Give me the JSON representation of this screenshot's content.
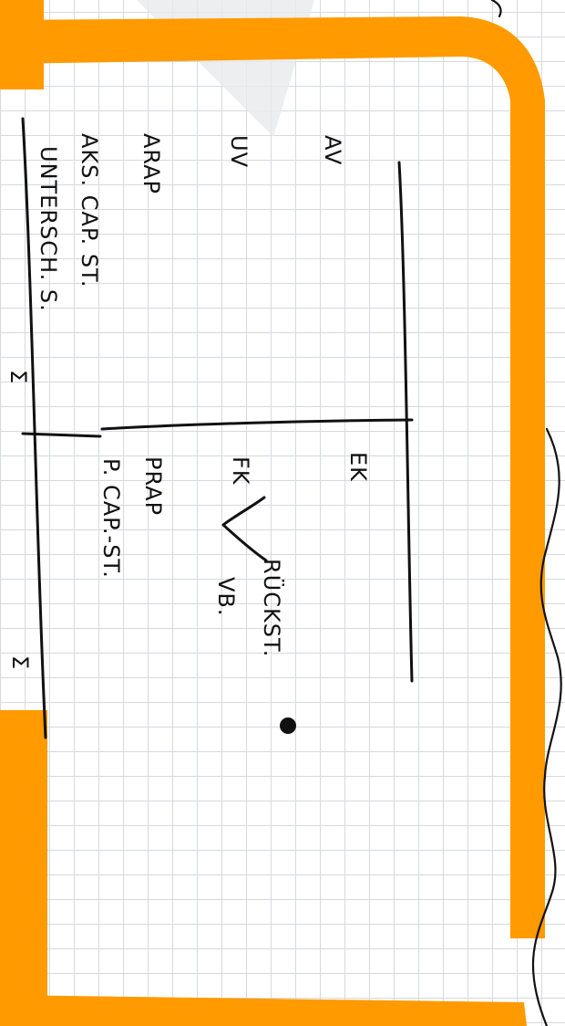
{
  "colors": {
    "paper": "#ffffff",
    "grid": "#d6d9de",
    "ink": "#111111",
    "highlighter": "#ff9a00",
    "ghost": "#e9eaec"
  },
  "t_account": {
    "assets_side": {
      "items": [
        "AV",
        "UV",
        "ARAP",
        "AKS. CAP. ST.",
        "UNTERSCH. S."
      ],
      "sum_symbol": "Σ"
    },
    "liabilities_side": {
      "header": "EK",
      "equity_split": {
        "label": "FK",
        "branches": [
          "RÜCKST.",
          "VB."
        ]
      },
      "items": [
        "PRAP",
        "P. CAP.-ST."
      ],
      "sum_symbol": "Σ"
    }
  }
}
